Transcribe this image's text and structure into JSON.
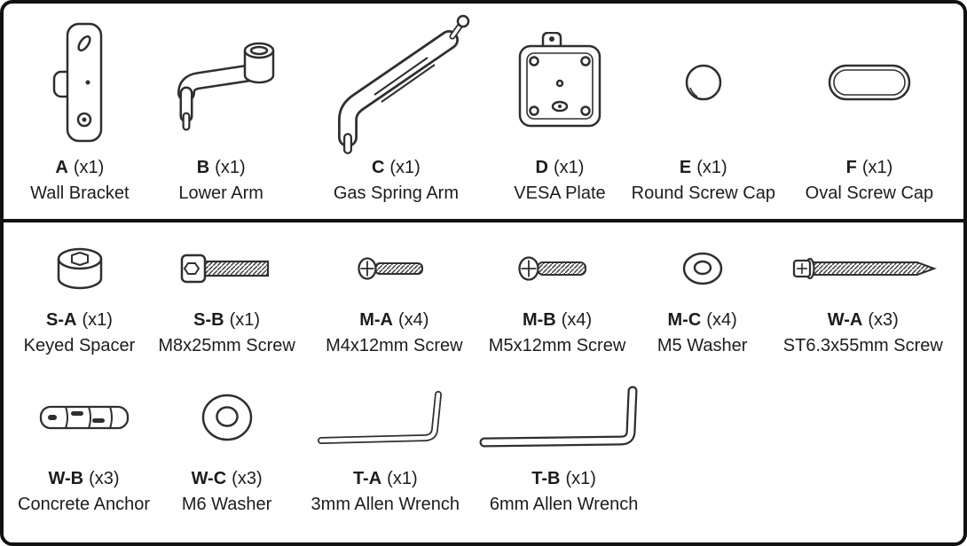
{
  "panel": {
    "background": "#ffffff",
    "border_color": "#111111",
    "text_color": "#1c1c1c",
    "line_art_color": "#2f2f2f"
  },
  "main_parts": [
    {
      "id": "A",
      "qty": "(x1)",
      "name": "Wall Bracket",
      "icon": "wall-bracket-icon"
    },
    {
      "id": "B",
      "qty": "(x1)",
      "name": "Lower Arm",
      "icon": "lower-arm-icon"
    },
    {
      "id": "C",
      "qty": "(x1)",
      "name": "Gas Spring Arm",
      "icon": "gas-spring-arm-icon"
    },
    {
      "id": "D",
      "qty": "(x1)",
      "name": "VESA Plate",
      "icon": "vesa-plate-icon"
    },
    {
      "id": "E",
      "qty": "(x1)",
      "name": "Round Screw Cap",
      "icon": "round-screw-cap-icon"
    },
    {
      "id": "F",
      "qty": "(x1)",
      "name": "Oval Screw Cap",
      "icon": "oval-screw-cap-icon"
    }
  ],
  "hardware_row1": [
    {
      "id": "S-A",
      "qty": "(x1)",
      "name": "Keyed Spacer",
      "icon": "keyed-spacer-icon"
    },
    {
      "id": "S-B",
      "qty": "(x1)",
      "name": "M8x25mm Screw",
      "icon": "socket-head-screw-icon"
    },
    {
      "id": "M-A",
      "qty": "(x4)",
      "name": "M4x12mm Screw",
      "icon": "pan-head-screw-icon"
    },
    {
      "id": "M-B",
      "qty": "(x4)",
      "name": "M5x12mm Screw",
      "icon": "pan-head-screw-icon"
    },
    {
      "id": "M-C",
      "qty": "(x4)",
      "name": "M5 Washer",
      "icon": "washer-icon"
    },
    {
      "id": "W-A",
      "qty": "(x3)",
      "name": "ST6.3x55mm Screw",
      "icon": "wood-screw-icon"
    }
  ],
  "hardware_row2": [
    {
      "id": "W-B",
      "qty": "(x3)",
      "name": "Concrete Anchor",
      "icon": "concrete-anchor-icon"
    },
    {
      "id": "W-C",
      "qty": "(x3)",
      "name": "M6 Washer",
      "icon": "washer-icon"
    },
    {
      "id": "T-A",
      "qty": "(x1)",
      "name": "3mm Allen Wrench",
      "icon": "allen-wrench-icon"
    },
    {
      "id": "T-B",
      "qty": "(x1)",
      "name": "6mm Allen Wrench",
      "icon": "allen-wrench-icon"
    }
  ]
}
